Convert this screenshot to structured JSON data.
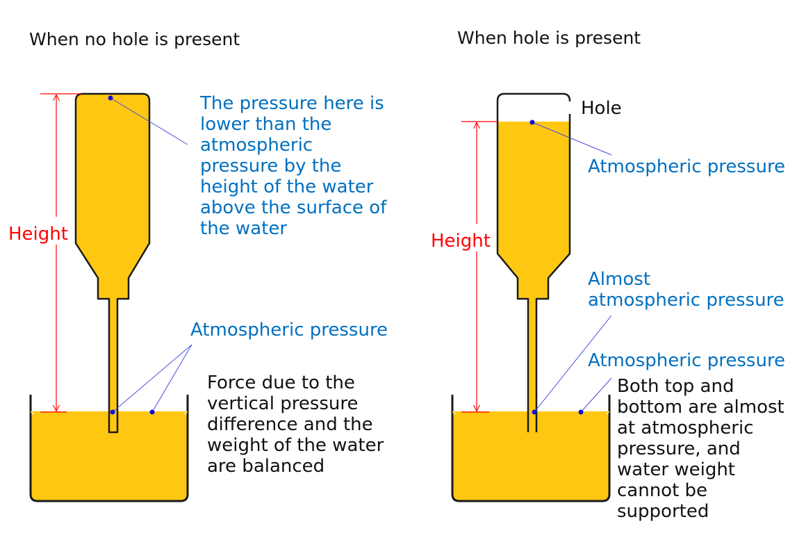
{
  "colors": {
    "water": "#fec812",
    "outline": "#1a1a1a",
    "annotation_text": "#0070c0",
    "height_text": "#ff0000",
    "leader_line": "#4a4ae0",
    "dot": "#1010dd",
    "dimension_line": "#ff0000"
  },
  "left_panel": {
    "title": "When no hole is present",
    "height_label": "Height",
    "top_note": [
      "The pressure here is",
      "lower than the",
      "atmospheric",
      "pressure by the",
      "height of the water",
      "above the surface of",
      "the water"
    ],
    "atm_label": "Atmospheric pressure",
    "balance_note": [
      "Force due to the",
      "vertical pressure",
      "difference and the",
      "weight of the water",
      "are balanced"
    ]
  },
  "right_panel": {
    "title": "When hole is present",
    "hole_label": "Hole",
    "height_label": "Height",
    "atm_top_label": "Atmospheric pressure",
    "almost_label": [
      "Almost",
      "atmospheric pressure"
    ],
    "atm_label": "Atmospheric pressure",
    "unsupported_note": [
      "Both top and",
      "bottom are almost",
      "at atmospheric",
      "pressure, and",
      "water weight",
      "cannot be",
      "supported"
    ]
  }
}
